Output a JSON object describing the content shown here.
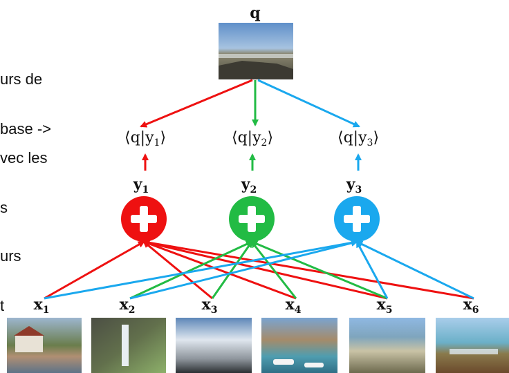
{
  "left_text": {
    "block1_lines": [
      "urs de",
      "base ->"
    ],
    "block2_lines": [
      "vec les",
      "s"
    ],
    "block3_lines": [
      "urs",
      "t"
    ]
  },
  "query": {
    "label": "q",
    "image": "photo-coastal-landscape"
  },
  "products": [
    {
      "open": "⟨",
      "q": "q",
      "bar": "|",
      "y": "y",
      "sub": "1",
      "close": "⟩",
      "color": "#ee1111"
    },
    {
      "open": "⟨",
      "q": "q",
      "bar": "|",
      "y": "y",
      "sub": "2",
      "close": "⟩",
      "color": "#22bb44"
    },
    {
      "open": "⟨",
      "q": "q",
      "bar": "|",
      "y": "y",
      "sub": "3",
      "close": "⟩",
      "color": "#1aa8ee"
    }
  ],
  "aggregators": [
    {
      "label": "y",
      "sub": "1",
      "color": "#ee1111",
      "icon": "plus-circle-icon"
    },
    {
      "label": "y",
      "sub": "2",
      "color": "#22bb44",
      "icon": "plus-circle-icon"
    },
    {
      "label": "y",
      "sub": "3",
      "color": "#1aa8ee",
      "icon": "plus-circle-icon"
    }
  ],
  "inputs": [
    {
      "label": "x",
      "sub": "1",
      "image": "photo-riverside-town"
    },
    {
      "label": "x",
      "sub": "2",
      "image": "photo-waterfall-cliffs"
    },
    {
      "label": "x",
      "sub": "3",
      "image": "photo-cloudy-sky"
    },
    {
      "label": "x",
      "sub": "4",
      "image": "photo-harbor-boats"
    },
    {
      "label": "x",
      "sub": "5",
      "image": "photo-beach-low-tide"
    },
    {
      "label": "x",
      "sub": "6",
      "image": "photo-marina-rocks"
    }
  ],
  "edges": {
    "red": {
      "color": "#ee1111",
      "from_inputs": [
        1,
        3,
        4,
        5,
        6
      ],
      "to": 1
    },
    "green": {
      "color": "#22bb44",
      "from_inputs": [
        2,
        3,
        4,
        5
      ],
      "to": 2
    },
    "blue": {
      "color": "#1aa8ee",
      "from_inputs": [
        1,
        2,
        5,
        6
      ],
      "to": 3
    }
  }
}
